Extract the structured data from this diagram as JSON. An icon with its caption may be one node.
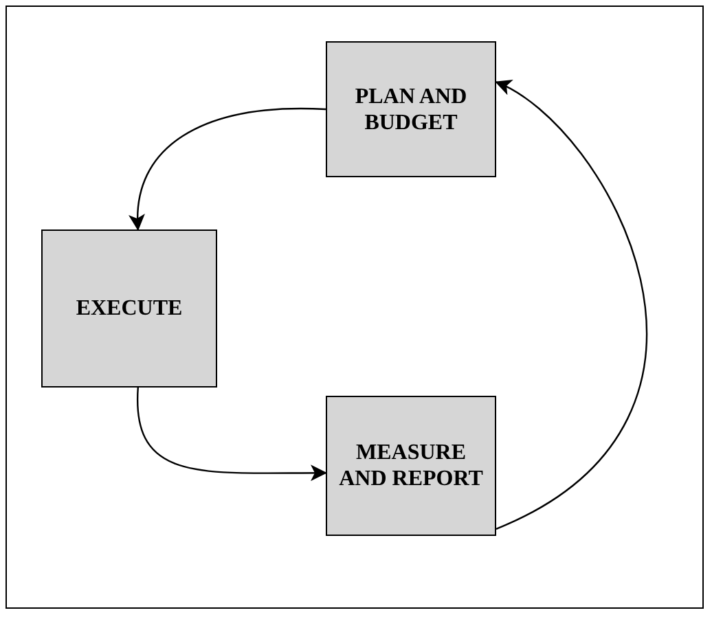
{
  "diagram": {
    "nodes": [
      {
        "text": [
          "PLAN AND BUDGET"
        ]
      },
      {
        "text": [
          "EXECUTE"
        ]
      },
      {
        "text": [
          "MEASURE AND REPORT"
        ]
      }
    ],
    "edges": [
      {
        "from": 0,
        "to": 1,
        "arrow": "to"
      },
      {
        "from": 1,
        "to": 2,
        "arrow": "to"
      },
      {
        "from": 2,
        "to": 0,
        "arrow": "to"
      }
    ]
  }
}
